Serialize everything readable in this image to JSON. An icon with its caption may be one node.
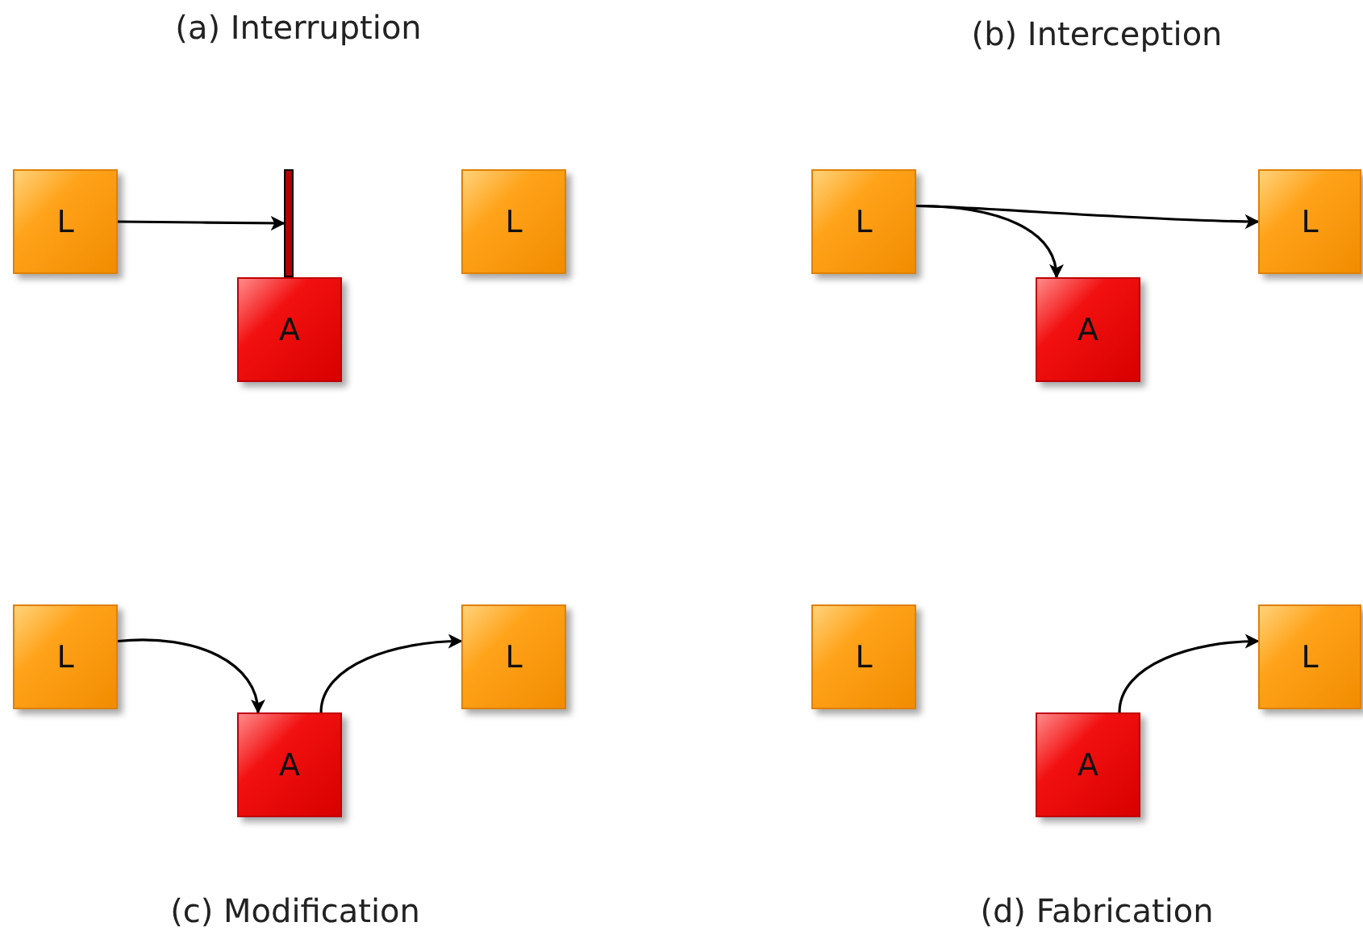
{
  "diagram": {
    "nodes": [
      {
        "text": [
          "L"
        ]
      },
      {
        "text": [],
        "shape": "bar"
      },
      {
        "text": [
          "A"
        ]
      },
      {
        "text": [
          "L"
        ]
      },
      {
        "text": [
          "L"
        ]
      },
      {
        "text": [
          "L"
        ]
      },
      {
        "text": [
          "A"
        ]
      },
      {
        "text": [
          "L"
        ]
      },
      {
        "text": [
          "A"
        ]
      },
      {
        "text": [
          "L"
        ]
      },
      {
        "text": [
          "L"
        ]
      },
      {
        "text": [
          "A"
        ]
      },
      {
        "text": [
          "L"
        ]
      }
    ],
    "edges": [
      {
        "from": 0,
        "to": 1,
        "arrow": "to"
      },
      {
        "from": 4,
        "to": 5,
        "arrow": "to"
      },
      {
        "from": 4,
        "to": 6,
        "arrow": "to"
      },
      {
        "from": 7,
        "to": 8,
        "arrow": "to"
      },
      {
        "from": 8,
        "to": 9,
        "arrow": "to"
      },
      {
        "from": 11,
        "to": 12,
        "arrow": "to"
      }
    ],
    "labels": [
      "(a) Interruption",
      "(b) Interception",
      "(c) Modification",
      "(d) Fabrication"
    ]
  }
}
